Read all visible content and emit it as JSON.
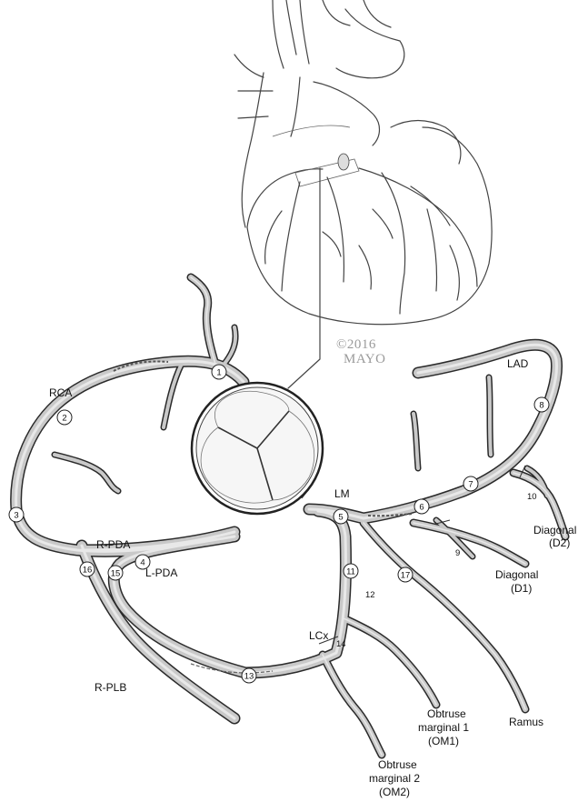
{
  "watermark": {
    "line1": "©2016",
    "line2": "MAYO"
  },
  "labels": {
    "rca": "RCA",
    "lad": "LAD",
    "lm": "LM",
    "lcx": "LCx",
    "r_pda": "R-PDA",
    "l_pda": "L-PDA",
    "r_plb": "R-PLB",
    "diagonal_d2_line1": "Diagonal",
    "diagonal_d2_line2": "(D2)",
    "diagonal_d1_line1": "Diagonal",
    "diagonal_d1_line2": "(D1)",
    "ramus": "Ramus",
    "om1_line1": "Obtruse",
    "om1_line2": "marginal 1",
    "om1_line3": "(OM1)",
    "om2_line1": "Obtruse",
    "om2_line2": "marginal 2",
    "om2_line3": "(OM2)"
  },
  "segments": {
    "s1": "1",
    "s2": "2",
    "s3": "3",
    "s4": "4",
    "s5": "5",
    "s6": "6",
    "s7": "7",
    "s8": "8",
    "s9": "9",
    "s10": "10",
    "s11": "11",
    "s12": "12",
    "s13": "13",
    "s14": "14",
    "s15": "15",
    "s16": "16",
    "s17": "17"
  },
  "colors": {
    "vessel_outline": "#2a2a2a",
    "vessel_fill": "#c9c9c9",
    "ink": "#111111"
  }
}
